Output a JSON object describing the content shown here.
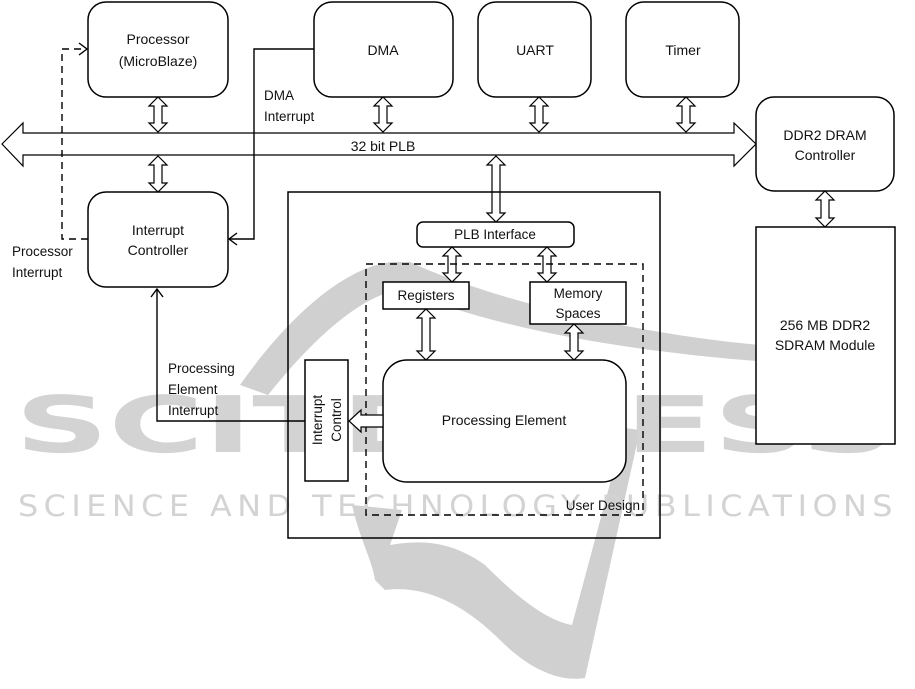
{
  "diagram": {
    "bus": {
      "label": "32 bit PLB"
    },
    "blocks": {
      "processor": {
        "line1": "Processor",
        "line2": "(MicroBlaze)"
      },
      "dma": {
        "label": "DMA"
      },
      "uart": {
        "label": "UART"
      },
      "timer": {
        "label": "Timer"
      },
      "ddr2_controller": {
        "line1": "DDR2 DRAM",
        "line2": "Controller"
      },
      "interrupt_controller": {
        "line1": "Interrupt",
        "line2": "Controller"
      },
      "sdram_module": {
        "line1": "256 MB DDR2",
        "line2": "SDRAM Module"
      },
      "plb_interface": {
        "label": "PLB Interface"
      },
      "registers": {
        "label": "Registers"
      },
      "memory_spaces": {
        "line1": "Memory",
        "line2": "Spaces"
      },
      "interrupt_control": {
        "line1": "Interrupt",
        "line2": "Control"
      },
      "processing_element": {
        "label": "Processing Element"
      },
      "user_design": {
        "label": "User Design"
      }
    },
    "signals": {
      "processor_interrupt": {
        "line1": "Processor",
        "line2": "Interrupt"
      },
      "dma_interrupt": {
        "line1": "DMA",
        "line2": "Interrupt"
      },
      "pe_interrupt": {
        "line1": "Processing",
        "line2": "Element",
        "line3": "Interrupt"
      }
    },
    "watermark": {
      "title": "SCITEPRESS",
      "subtitle": "SCIENCE AND TECHNOLOGY PUBLICATIONS"
    }
  }
}
